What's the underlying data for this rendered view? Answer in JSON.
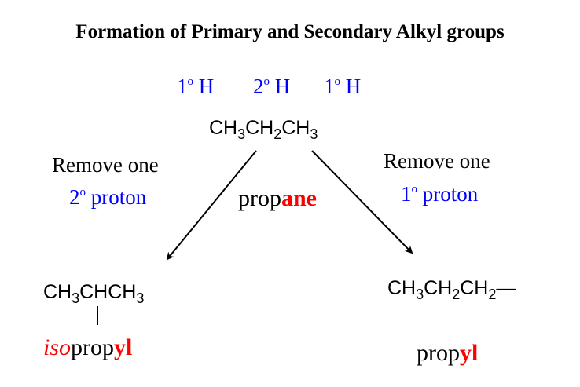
{
  "title": "Formation of Primary and Secondary Alkyl groups",
  "hydrogen_labels": [
    {
      "num": "1",
      "deg": "o",
      "h": " H"
    },
    {
      "num": "2",
      "deg": "o",
      "h": " H"
    },
    {
      "num": "1",
      "deg": "o",
      "h": " H"
    }
  ],
  "propane_formula": [
    "CH",
    "3",
    "CH",
    "2",
    "CH",
    "3"
  ],
  "left_step": {
    "line1": "Remove one",
    "num": "2",
    "deg": "o",
    "rest": " proton"
  },
  "right_step": {
    "line1": "Remove one",
    "num": "1",
    "deg": "o",
    "rest": " proton"
  },
  "propane_name": {
    "stem": "prop",
    "suffix": "ane"
  },
  "isopropyl_formula": [
    "CH",
    "3",
    "CHCH",
    "3"
  ],
  "isopropyl_name": {
    "prefix": "iso",
    "stem": "prop",
    "suffix": "yl"
  },
  "propyl_formula": [
    "CH",
    "3",
    "CH",
    "2",
    "CH",
    "2",
    "—"
  ],
  "propyl_name": {
    "stem": "prop",
    "suffix": "yl"
  },
  "colors": {
    "blue": "#0000ff",
    "red": "#ff0000",
    "black": "#000000"
  }
}
